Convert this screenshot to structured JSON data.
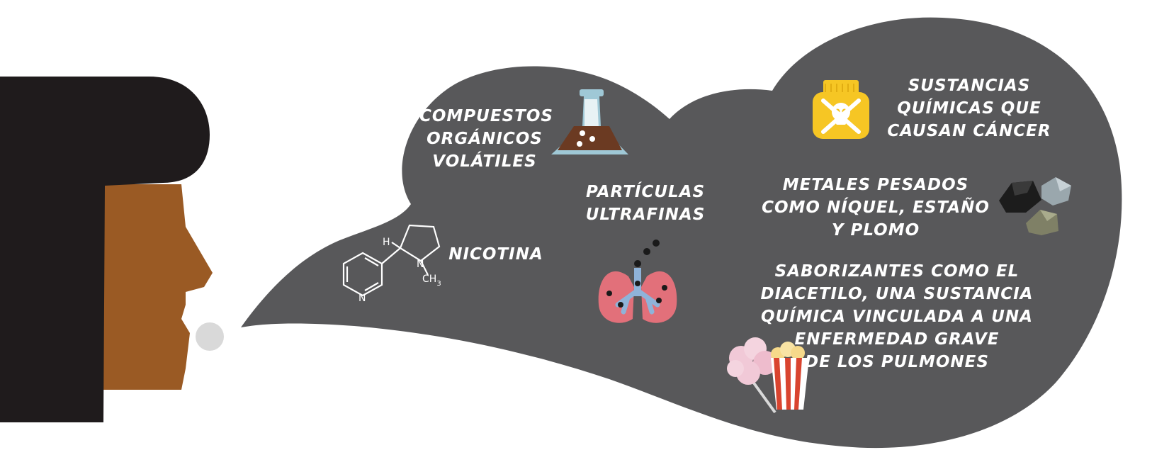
{
  "labels": {
    "compuestos": [
      "COMPUESTOS",
      "ORGÁNICOS",
      "VOLÁTILES"
    ],
    "particulas": [
      "PARTÍCULAS",
      "ULTRAFINAS"
    ],
    "nicotina": [
      "NICOTINA"
    ],
    "sustancias": [
      "SUSTANCIAS",
      "QUÍMICAS QUE",
      "CAUSAN CÁNCER"
    ],
    "metales": [
      "METALES PESADOS",
      "COMO NÍQUEL, ESTAÑO",
      "Y PLOMO"
    ],
    "saborizantes": [
      "SABORIZANTES COMO EL",
      "DIACETILO, UNA SUSTANCIA",
      "QUÍMICA VINCULADA A UNA",
      "ENFERMEDAD GRAVE",
      "DE LOS PULMONES"
    ]
  },
  "molecule": {
    "hydrogen": "H",
    "nitrogen_ring": "N",
    "nitrogen_pyridine": "N",
    "methyl": "CH",
    "methyl_sub": "3"
  },
  "icons": {
    "flask": "flask-icon",
    "lungs": "lungs-icon",
    "poison": "poison-jar-icon",
    "metals": "metal-rocks-icon",
    "snacks": "cotton-candy-popcorn-icon",
    "molecule": "nicotine-molecule-icon"
  },
  "colors": {
    "cloud": "#58585a",
    "hair": "#1f1b1c",
    "skin": "#9a5a24",
    "puff": "#d9d9d9",
    "flask_liquid": "#6b3a22",
    "flask_glass": "#9fc8d6",
    "lungs": "#e2707a",
    "airway": "#8fb3d9",
    "poison_yellow": "#f6c624",
    "popcorn_red": "#d9442f",
    "cotton_candy": "#f1c9d7"
  }
}
